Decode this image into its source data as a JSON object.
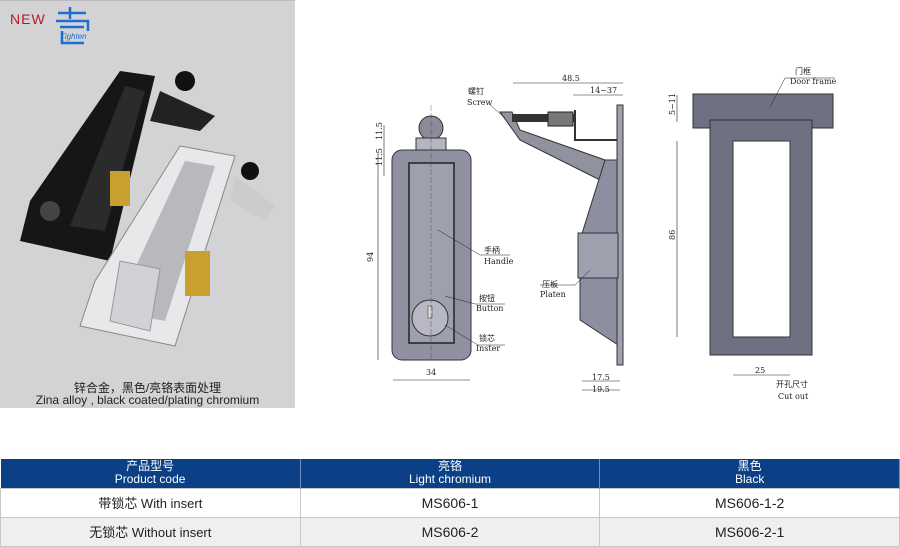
{
  "badge": "NEW",
  "brand": {
    "logo_text": "Tighten"
  },
  "caption": {
    "cn": "锌合金，黑色/亮铬表面处理",
    "en": "Zina alloy , black coated/plating chromium"
  },
  "drawing": {
    "front": {
      "dims": [
        "11.5",
        "11.5",
        "94",
        "34"
      ],
      "labels": [
        {
          "cn": "手柄",
          "en": "Handle"
        },
        {
          "cn": "按钮",
          "en": "Button"
        },
        {
          "cn": "锁芯",
          "en": "Inster"
        }
      ]
    },
    "side": {
      "dims": [
        "48.5",
        "14~37",
        "17.5",
        "19.5"
      ],
      "labels": [
        {
          "cn": "螺钉",
          "en": "Screw"
        },
        {
          "cn": "压板",
          "en": "Platen"
        }
      ]
    },
    "cutout": {
      "dims": [
        "5~11",
        "86",
        "25"
      ],
      "labels": [
        {
          "cn": "门框",
          "en": "Door frame"
        },
        {
          "cn": "开孔尺寸",
          "en": "Cut out"
        }
      ]
    }
  },
  "table": {
    "headers": [
      {
        "cn": "产品型号",
        "en": "Product code"
      },
      {
        "cn": "亮铬",
        "en": "Light chromium"
      },
      {
        "cn": "黑色",
        "en": "Black"
      }
    ],
    "rows": [
      {
        "type": "带锁芯  With insert",
        "chrome": "MS606-1",
        "black": "MS606-1-2"
      },
      {
        "type": "无锁芯  Without insert",
        "chrome": "MS606-2",
        "black": "MS606-2-1"
      }
    ]
  },
  "colors": {
    "header": "#0b3f86",
    "badge": "#b01e23",
    "logo": "#1a6fd0"
  }
}
